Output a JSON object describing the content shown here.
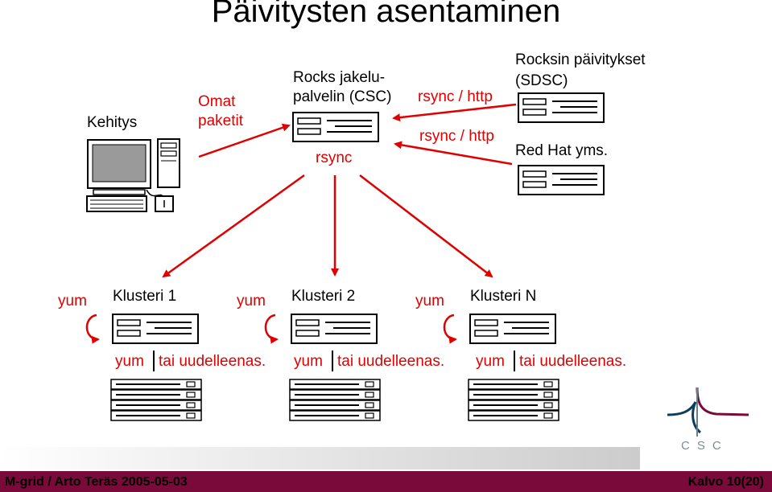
{
  "title": "Päivitysten asentaminen",
  "nodes": {
    "kehitys": "Kehitys",
    "omat": [
      "Omat",
      "paketit"
    ],
    "rocks": [
      "Rocks jakelu-",
      "palvelin (CSC)"
    ],
    "rsync_center": "rsync",
    "rsync_http_top": "rsync / http",
    "rsync_http_bottom": "rsync / http",
    "sdsc": [
      "Rocksin päivitykset",
      "(SDSC)"
    ],
    "redhat": "Red Hat yms."
  },
  "clusters": [
    {
      "yum": "yum",
      "name": "Klusteri 1",
      "yum2": "yum",
      "reinstall": "tai uudelleenas."
    },
    {
      "yum": "yum",
      "name": "Klusteri 2",
      "yum2": "yum",
      "reinstall": "tai uudelleenas."
    },
    {
      "yum": "yum",
      "name": "Klusteri N",
      "yum2": "yum",
      "reinstall": "tai uudelleenas."
    }
  ],
  "footer": {
    "left": "M-grid / Arto Teräs 2005-05-03",
    "right": "Kalvo 10(20)"
  },
  "logo": {
    "text": "CSC"
  },
  "colors": {
    "arrow": "#e00000",
    "footer": "#7a0a3a"
  }
}
